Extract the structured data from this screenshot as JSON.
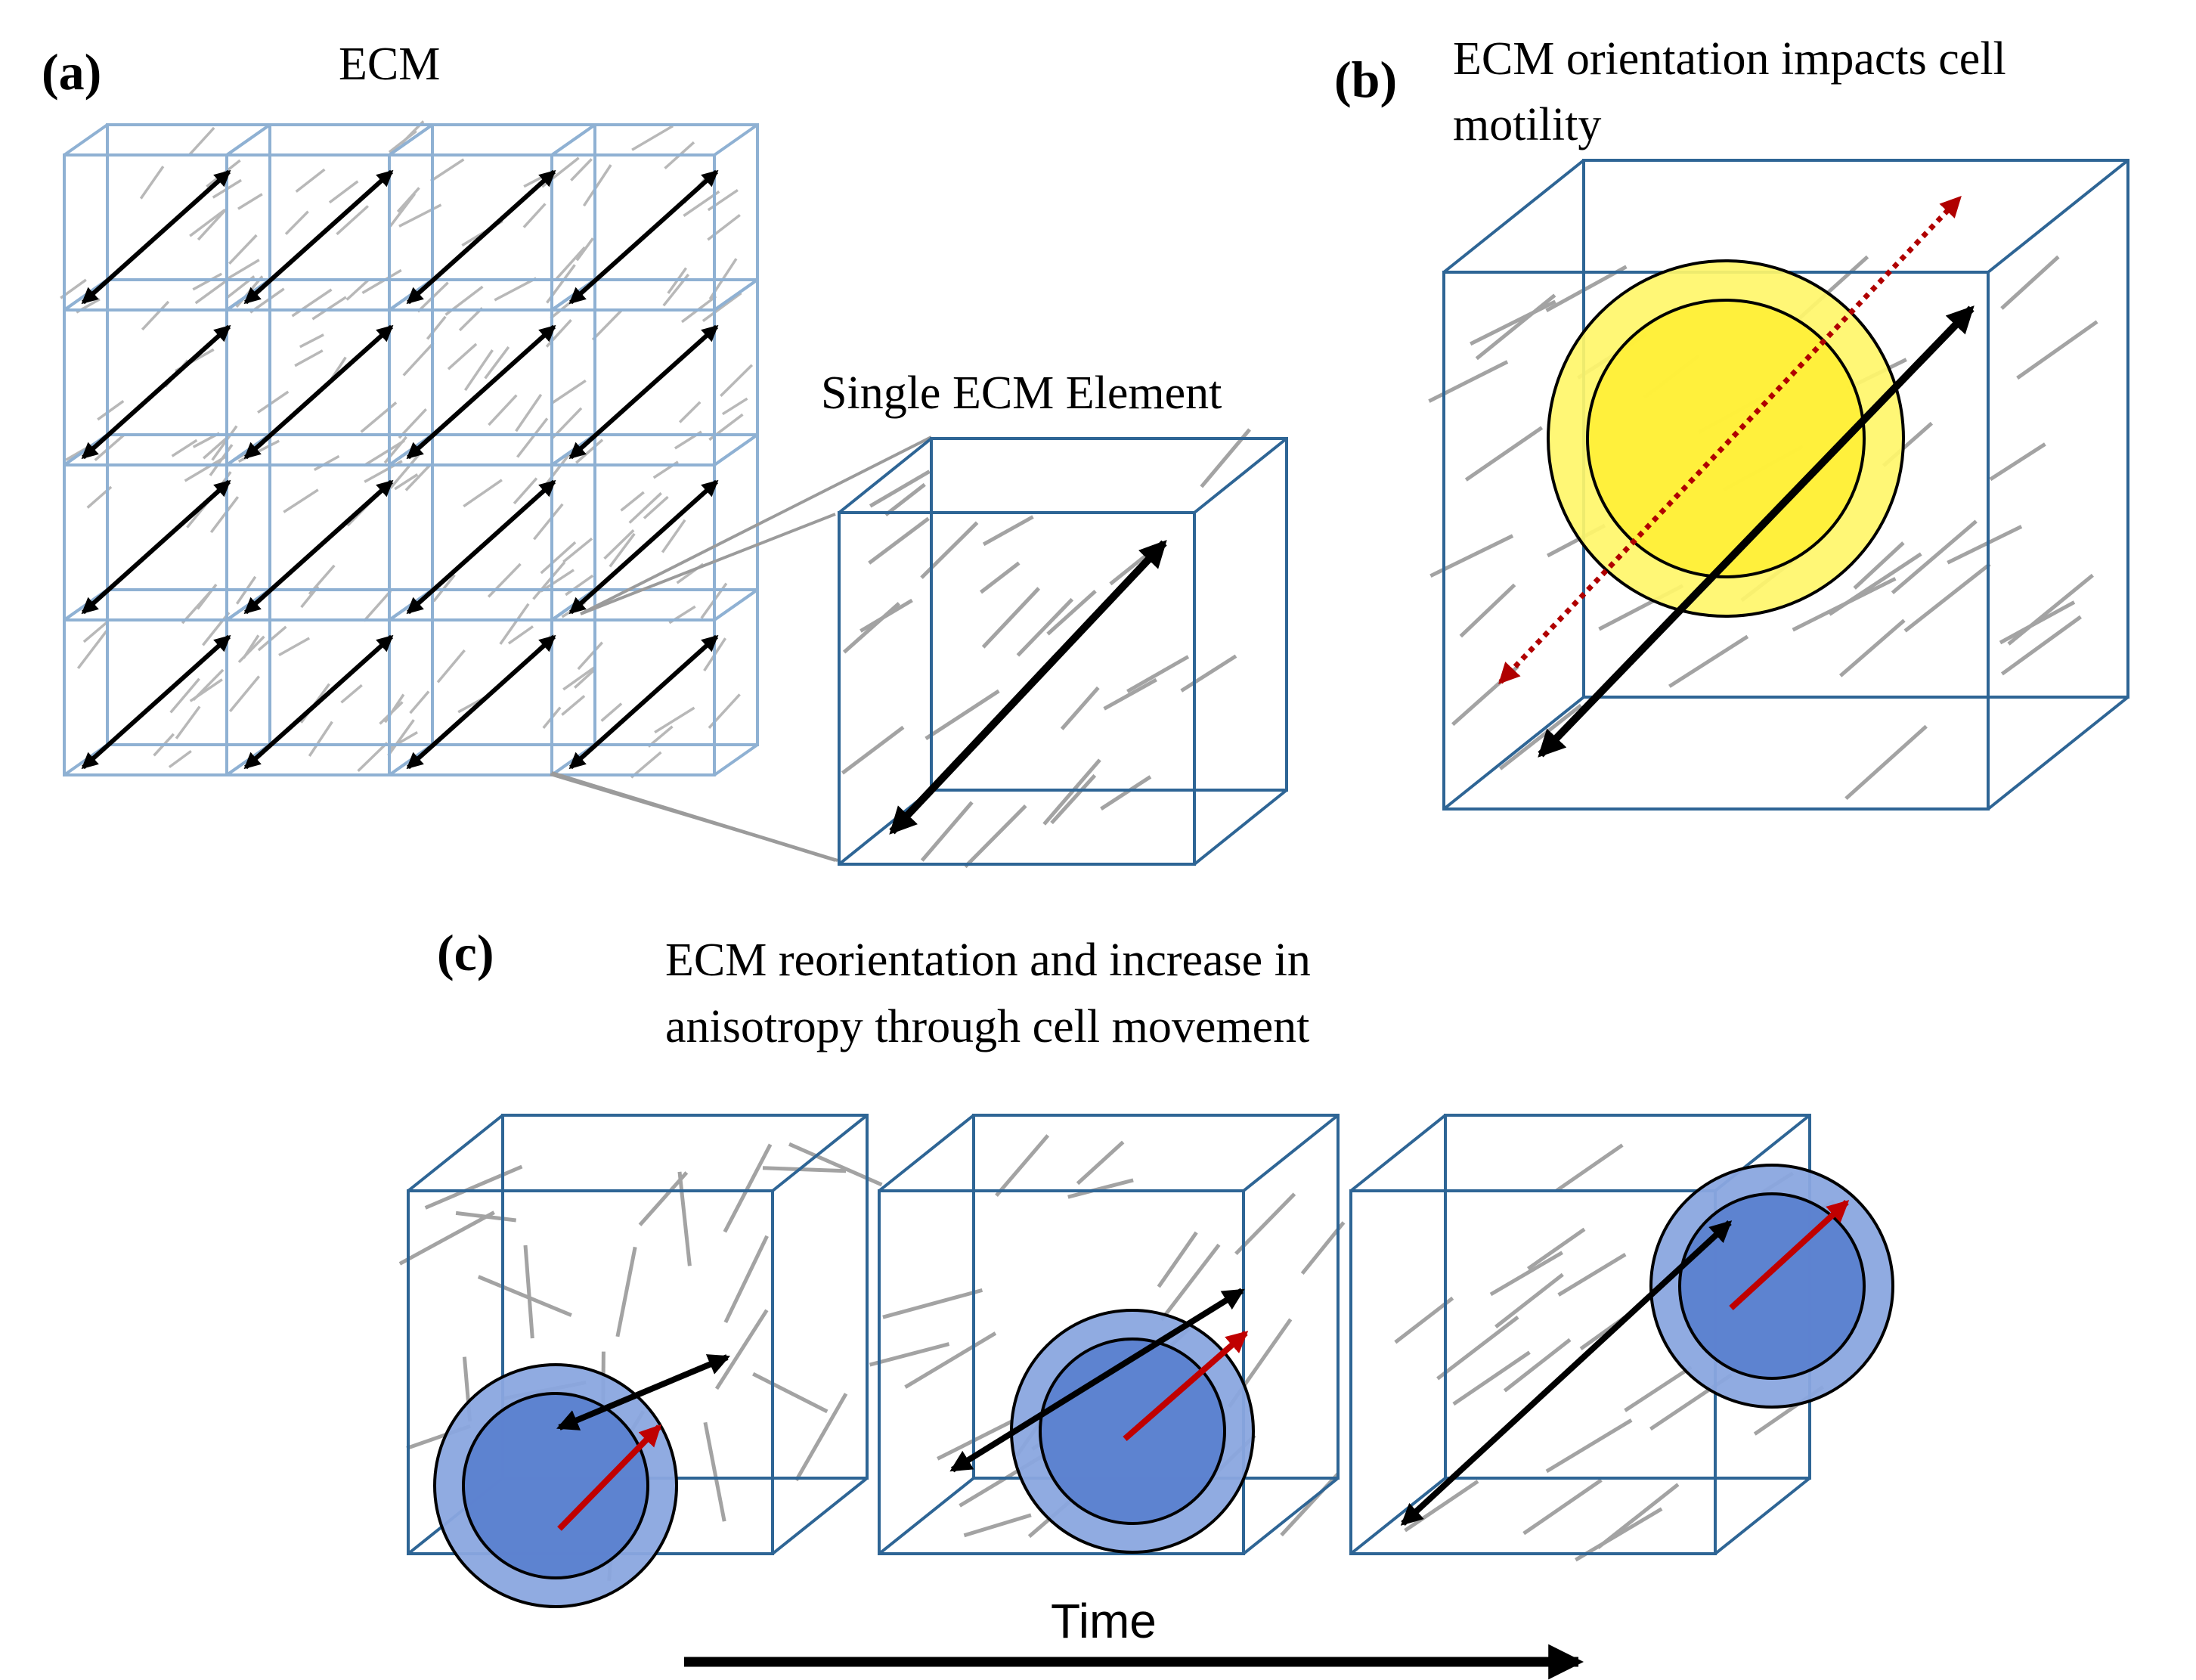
{
  "panel_a": {
    "label": "(a)",
    "title": "ECM",
    "zoom_title": "Single ECM Element"
  },
  "panel_b": {
    "label": "(b)",
    "title_line1": "ECM orientation impacts cell",
    "title_line2": "motility"
  },
  "panel_c": {
    "label": "(c)",
    "title_line1": "ECM reorientation and increase in",
    "title_line2": "anisotropy through cell movement",
    "axis_label": "Time"
  },
  "colors": {
    "cube_edge": "#2e6595",
    "grid_edge": "#8fb1d3",
    "fiber": "#a3a3a3",
    "orientation_arrow": "#000000",
    "cell_yellow_outer": "#fff66a",
    "cell_yellow_inner": "#ffee33",
    "cell_blue_outer": "#8aa7df",
    "cell_blue_inner": "#5b81cf",
    "cell_direction_arrow": "#c00000",
    "motility_dotted_arrow": "#b00000"
  }
}
